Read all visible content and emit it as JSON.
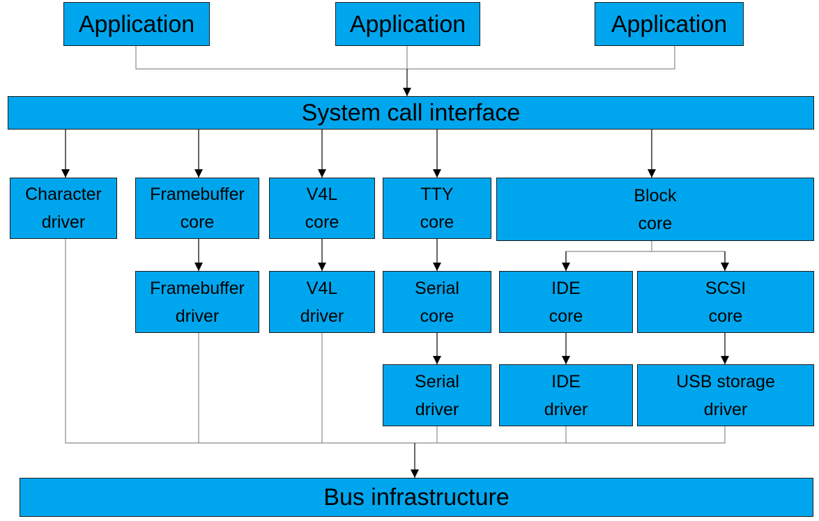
{
  "diagram": {
    "applications": [
      {
        "label": "Application"
      },
      {
        "label": "Application"
      },
      {
        "label": "Application"
      }
    ],
    "syscall": {
      "label": "System call interface"
    },
    "bus": {
      "label": "Bus infrastructure"
    },
    "nodes": {
      "char_driver": [
        "Character",
        "driver"
      ],
      "fb_core": [
        "Framebuffer",
        "core"
      ],
      "v4l_core": [
        "V4L",
        "core"
      ],
      "tty_core": [
        "TTY",
        "core"
      ],
      "block_core": [
        "Block",
        "core"
      ],
      "fb_driver": [
        "Framebuffer",
        "driver"
      ],
      "v4l_driver": [
        "V4L",
        "driver"
      ],
      "serial_core": [
        "Serial",
        "core"
      ],
      "ide_core": [
        "IDE",
        "core"
      ],
      "scsi_core": [
        "SCSI",
        "core"
      ],
      "serial_driver": [
        "Serial",
        "driver"
      ],
      "ide_driver": [
        "IDE",
        "driver"
      ],
      "usb_storage_driver": [
        "USB storage",
        "driver"
      ]
    },
    "colors": {
      "box_fill": "#00a6ed",
      "box_border": "#1a1a1a",
      "line": "#000000"
    }
  }
}
